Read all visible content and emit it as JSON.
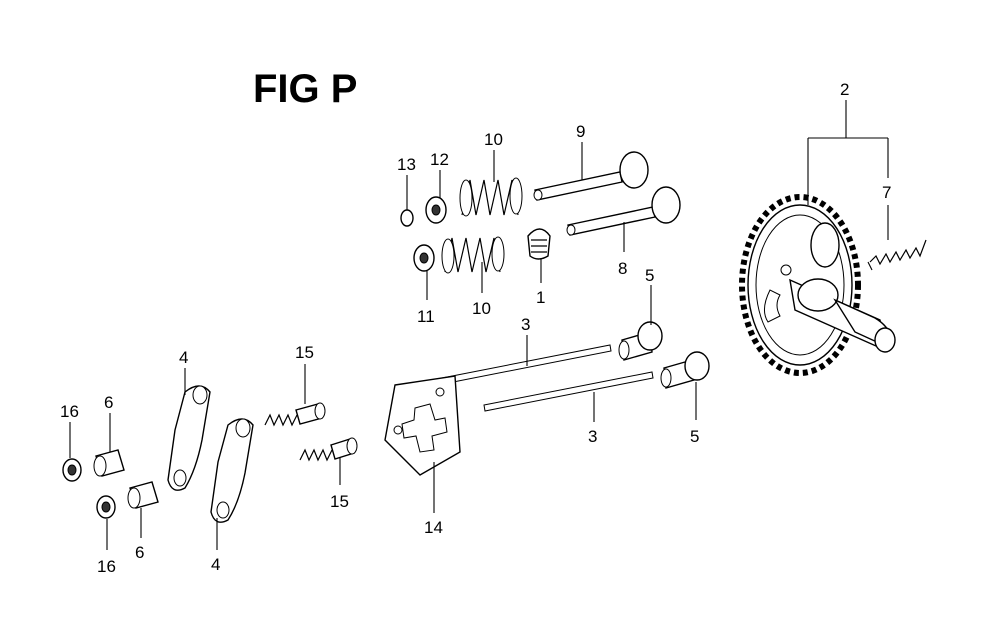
{
  "figure": {
    "title": "FIG P"
  },
  "callouts": {
    "c1": "1",
    "c2": "2",
    "c3a": "3",
    "c3b": "3",
    "c4a": "4",
    "c4b": "4",
    "c5a": "5",
    "c5b": "5",
    "c6a": "6",
    "c6b": "6",
    "c7": "7",
    "c8": "8",
    "c9": "9",
    "c10a": "10",
    "c10b": "10",
    "c11": "11",
    "c12": "12",
    "c13": "13",
    "c14": "14",
    "c15a": "15",
    "c15b": "15",
    "c16a": "16",
    "c16b": "16"
  }
}
